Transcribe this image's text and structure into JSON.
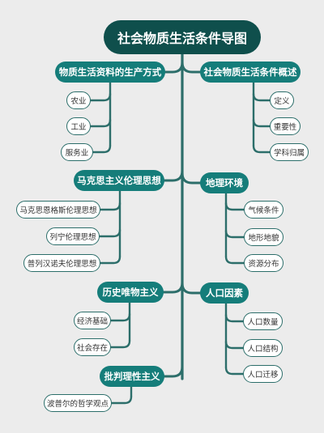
{
  "title": "社会物质生活条件导图",
  "colors": {
    "root_bg": "#0f4f4c",
    "branch_bg": "#157d7a",
    "line": "#2c6e6a",
    "leaf_border": "#2c6e6a",
    "background": "#ececec"
  },
  "left_branches": [
    {
      "label": "物质生活资料的生产方式",
      "children": [
        "农业",
        "工业",
        "服务业"
      ]
    },
    {
      "label": "马克思主义伦理思想",
      "children": [
        "马克思恩格斯伦理思想",
        "列宁伦理思想",
        "普列汉诺夫伦理思想"
      ]
    },
    {
      "label": "历史唯物主义",
      "children": [
        "经济基础",
        "社会存在"
      ]
    },
    {
      "label": "批判理性主义",
      "children": [
        "波普尔的哲学观点"
      ]
    }
  ],
  "right_branches": [
    {
      "label": "社会物质生活条件概述",
      "children": [
        "定义",
        "重要性",
        "学科归属"
      ]
    },
    {
      "label": "地理环境",
      "children": [
        "气候条件",
        "地形地貌",
        "资源分布"
      ]
    },
    {
      "label": "人口因素",
      "children": [
        "人口数量",
        "人口结构",
        "人口迁移"
      ]
    }
  ]
}
